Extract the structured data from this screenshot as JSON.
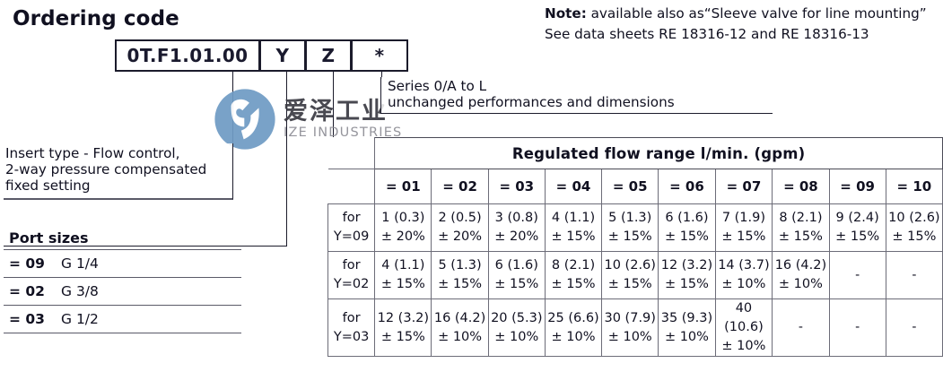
{
  "page_title": "Ordering code",
  "note": {
    "label": "Note:",
    "line1_rest": " available also as“Sleeve valve for line mounting”",
    "line2": "See data sheets RE 18316-12 and RE 18316-13"
  },
  "ordering_code": {
    "cells": [
      "0T.F1.01.00",
      "Y",
      "Z",
      "*"
    ]
  },
  "series_callout": {
    "line1": "Series 0/A to L",
    "line2": "unchanged performances and dimensions"
  },
  "insert_callout": {
    "line1": "Insert type - Flow control,",
    "line2": "2-way pressure compensated",
    "line3": "fixed setting"
  },
  "port_sizes": {
    "title": "Port sizes",
    "rows": [
      {
        "code": "= 09",
        "size": "G 1/4"
      },
      {
        "code": "= 02",
        "size": "G 3/8"
      },
      {
        "code": "= 03",
        "size": "G 1/2"
      }
    ]
  },
  "watermark": {
    "cn": "爱泽工业",
    "en": "IZE INDUSTRIES",
    "mark_color": "#6f9bc4",
    "cn_color": "#3c3c44",
    "en_color": "#8d8d95"
  },
  "flow_table": {
    "title": "Regulated flow range   l/min. (gpm)",
    "columns": [
      "= 01",
      "= 02",
      "= 03",
      "= 04",
      "= 05",
      "= 06",
      "= 07",
      "= 08",
      "= 09",
      "= 10"
    ],
    "rows": [
      {
        "label_line1": "for",
        "label_line2": "Y=09",
        "cells": [
          {
            "value": "1 (0.3)",
            "tol": "± 20%"
          },
          {
            "value": "2 (0.5)",
            "tol": "± 20%"
          },
          {
            "value": "3 (0.8)",
            "tol": "± 20%"
          },
          {
            "value": "4 (1.1)",
            "tol": "± 15%"
          },
          {
            "value": "5 (1.3)",
            "tol": "± 15%"
          },
          {
            "value": "6 (1.6)",
            "tol": "± 15%"
          },
          {
            "value": "7 (1.9)",
            "tol": "± 15%"
          },
          {
            "value": "8 (2.1)",
            "tol": "± 15%"
          },
          {
            "value": "9 (2.4)",
            "tol": "± 15%"
          },
          {
            "value": "10 (2.6)",
            "tol": "± 15%"
          }
        ]
      },
      {
        "label_line1": "for",
        "label_line2": "Y=02",
        "cells": [
          {
            "value": "4 (1.1)",
            "tol": "± 15%"
          },
          {
            "value": "5 (1.3)",
            "tol": "± 15%"
          },
          {
            "value": "6 (1.6)",
            "tol": "± 15%"
          },
          {
            "value": "8 (2.1)",
            "tol": "± 15%"
          },
          {
            "value": "10 (2.6)",
            "tol": "± 15%"
          },
          {
            "value": "12 (3.2)",
            "tol": "± 15%"
          },
          {
            "value": "14 (3.7)",
            "tol": "± 10%"
          },
          {
            "value": "16 (4.2)",
            "tol": "± 10%"
          },
          {
            "value": "-",
            "tol": ""
          },
          {
            "value": "-",
            "tol": ""
          }
        ]
      },
      {
        "label_line1": "for",
        "label_line2": "Y=03",
        "cells": [
          {
            "value": "12 (3.2)",
            "tol": "± 15%"
          },
          {
            "value": "16 (4.2)",
            "tol": "± 10%"
          },
          {
            "value": "20 (5.3)",
            "tol": "± 10%"
          },
          {
            "value": "25 (6.6)",
            "tol": "± 10%"
          },
          {
            "value": "30 (7.9)",
            "tol": "± 10%"
          },
          {
            "value": "35 (9.3)",
            "tol": "± 10%"
          },
          {
            "value": "40 (10.6)",
            "tol": "± 10%"
          },
          {
            "value": "-",
            "tol": ""
          },
          {
            "value": "-",
            "tol": ""
          },
          {
            "value": "-",
            "tol": ""
          }
        ]
      }
    ]
  }
}
